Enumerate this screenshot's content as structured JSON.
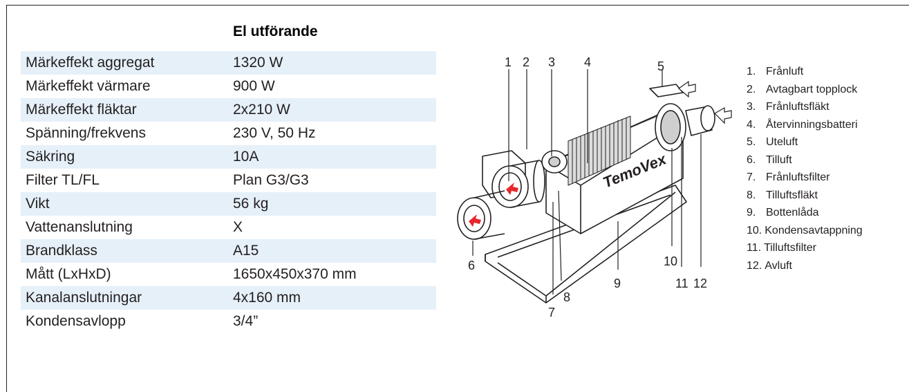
{
  "spec": {
    "header": "El utförande",
    "rows": [
      {
        "label": "Märkeffekt aggregat",
        "value": "1320 W"
      },
      {
        "label": "Märkeffekt värmare",
        "value": "900 W"
      },
      {
        "label": "Märkeffekt fläktar",
        "value": "2x210 W"
      },
      {
        "label": "Spänning/frekvens",
        "value": "230 V, 50 Hz"
      },
      {
        "label": "Säkring",
        "value": "10A"
      },
      {
        "label": "Filter TL/FL",
        "value": "Plan G3/G3"
      },
      {
        "label": "Vikt",
        "value": "56 kg"
      },
      {
        "label": "Vattenanslutning",
        "value": "X"
      },
      {
        "label": "Brandklass",
        "value": "A15"
      },
      {
        "label": "Mått (LxHxD)",
        "value": "1650x450x370 mm"
      },
      {
        "label": "Kanalanslutningar",
        "value": "4x160 mm"
      },
      {
        "label": "Kondensavlopp",
        "value": "3/4”"
      }
    ]
  },
  "diagram": {
    "brand": "TemoVex",
    "callouts": [
      "1",
      "2",
      "3",
      "4",
      "5",
      "6",
      "7",
      "8",
      "9",
      "10",
      "11",
      "12"
    ],
    "arrow_color": "#e8262d"
  },
  "legend": [
    {
      "num": "1.",
      "text": "Frånluft"
    },
    {
      "num": "2.",
      "text": "Avtagbart topplock"
    },
    {
      "num": "3.",
      "text": "Frånluftsfläkt"
    },
    {
      "num": "4.",
      "text": "Återvinningsbatteri"
    },
    {
      "num": "5.",
      "text": "Uteluft"
    },
    {
      "num": "6.",
      "text": "Tilluft"
    },
    {
      "num": "7.",
      "text": "Frånluftsfilter"
    },
    {
      "num": "8.",
      "text": "Tilluftsfläkt"
    },
    {
      "num": "9.",
      "text": "Bottenlåda"
    },
    {
      "num": "10.",
      "text": "Kondensavtappning"
    },
    {
      "num": "11.",
      "text": "Tilluftsfilter"
    },
    {
      "num": "12.",
      "text": "Avluft"
    }
  ]
}
